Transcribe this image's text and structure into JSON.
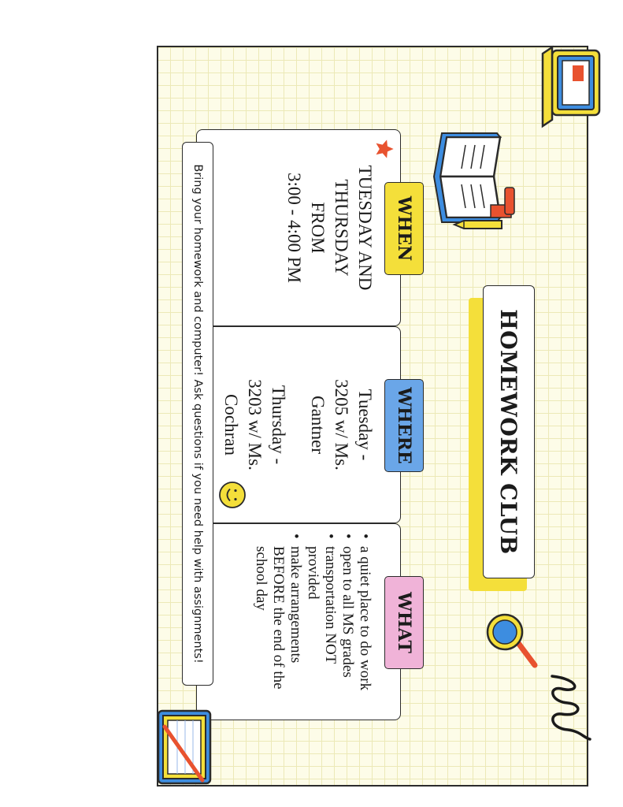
{
  "title": "HOMEWORK CLUB",
  "sections": {
    "when": {
      "heading": "WHEN",
      "lines": [
        "TUESDAY AND",
        "THURSDAY",
        "FROM",
        "3:00 - 4:00 PM"
      ]
    },
    "where": {
      "heading": "WHERE",
      "lines": [
        "Tuesday -",
        "3205 w/ Ms.",
        "Gantner",
        "Thursday -",
        "3203 w/ Ms.",
        "Cochran"
      ]
    },
    "what": {
      "heading": "WHAT",
      "bullets": [
        "a quiet place to do work",
        "open to all MS grades",
        "transportation NOT provided",
        "make arrangements BEFORE the end of the school day"
      ]
    }
  },
  "footer": "Bring your homework and computer! Ask questions if you need help with assignments!",
  "icons": [
    "laptop-icon",
    "open-book-icon",
    "star-icon",
    "smiley-face-icon",
    "magnifying-glass-icon",
    "squiggle-icon",
    "notebook-icon",
    "pencil-icon"
  ],
  "colors": {
    "yellow": "#f4df3a",
    "blue": "#6aa6e8",
    "pink": "#f0b3d8",
    "red": "#e8522f",
    "grid": "#ece9b7"
  }
}
